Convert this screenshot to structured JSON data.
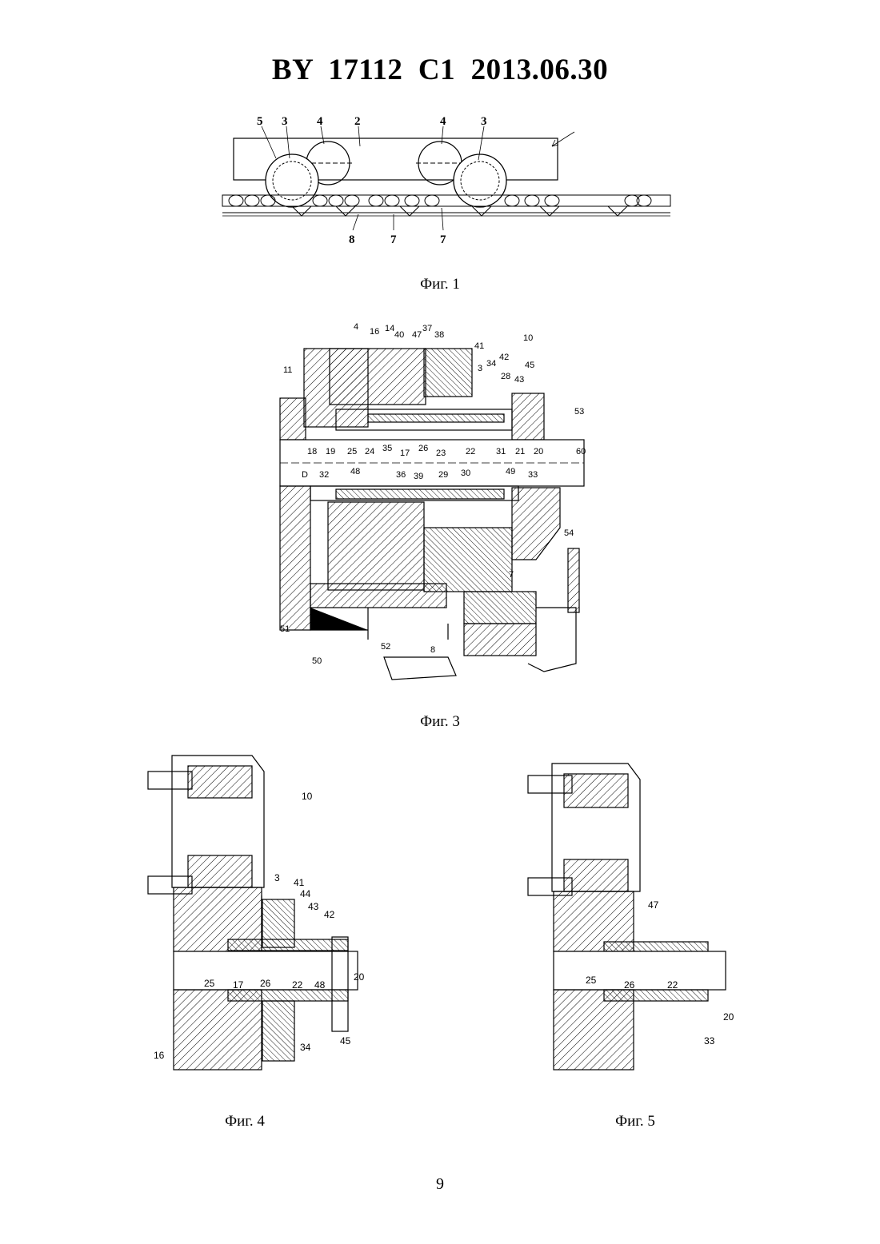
{
  "header": {
    "title": "BY  17112  C1  2013.06.30"
  },
  "figures": {
    "fig1": {
      "caption": "Фиг. 1",
      "labels": [
        {
          "id": "5",
          "text": "5"
        },
        {
          "id": "3a",
          "text": "3"
        },
        {
          "id": "4a",
          "text": "4"
        },
        {
          "id": "2",
          "text": "2"
        },
        {
          "id": "4b",
          "text": "4"
        },
        {
          "id": "3b",
          "text": "3"
        },
        {
          "id": "8",
          "text": "8"
        },
        {
          "id": "7a",
          "text": "7"
        },
        {
          "id": "7b",
          "text": "7"
        }
      ]
    },
    "fig3": {
      "caption": "Фиг. 3",
      "labels": [
        "4",
        "16",
        "14",
        "40",
        "47",
        "37",
        "38",
        "41",
        "3",
        "34",
        "42",
        "28",
        "43",
        "10",
        "45",
        "11",
        "53",
        "18",
        "19",
        "25",
        "24",
        "35",
        "17",
        "26",
        "23",
        "22",
        "31",
        "21",
        "20",
        "60",
        "D",
        "32",
        "48",
        "36",
        "39",
        "29",
        "30",
        "49",
        "33",
        "54",
        "7",
        "51",
        "52",
        "8",
        "50"
      ]
    },
    "fig4": {
      "caption": "Фиг. 4",
      "labels": [
        "10",
        "3",
        "41",
        "44",
        "43",
        "42",
        "25",
        "17",
        "26",
        "22",
        "48",
        "20",
        "16",
        "34",
        "45"
      ]
    },
    "fig5": {
      "caption": "Фиг. 5",
      "labels": [
        "47",
        "25",
        "26",
        "22",
        "20",
        "33"
      ]
    }
  },
  "page_number": "9"
}
